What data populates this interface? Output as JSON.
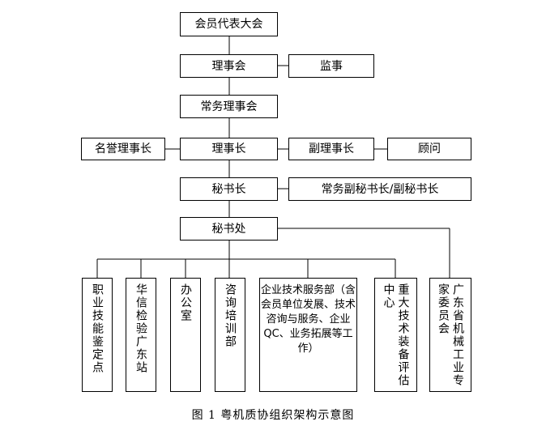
{
  "org": {
    "assembly": "会员代表大会",
    "council": "理事会",
    "supervisor": "监事",
    "standing_council": "常务理事会",
    "honorary_chair": "名誉理事长",
    "chairman": "理事长",
    "vice_chairman": "副理事长",
    "advisor": "顾问",
    "secretary_general": "秘书长",
    "deputy_secretary": "常务副秘书长/副秘书长",
    "secretariat": "秘书处",
    "departments": [
      "职业技能鉴定点",
      "华信检验广东站",
      "办公室",
      "咨询培训部",
      "企业技术服务部（含会员单位发展、技术咨询与服务、企业 QC、业务拓展等工作）",
      "重大技术装备评估中心",
      "广东省机械工业专家委员会"
    ]
  },
  "caption": "图 1  粤机质协组织架构示意图"
}
